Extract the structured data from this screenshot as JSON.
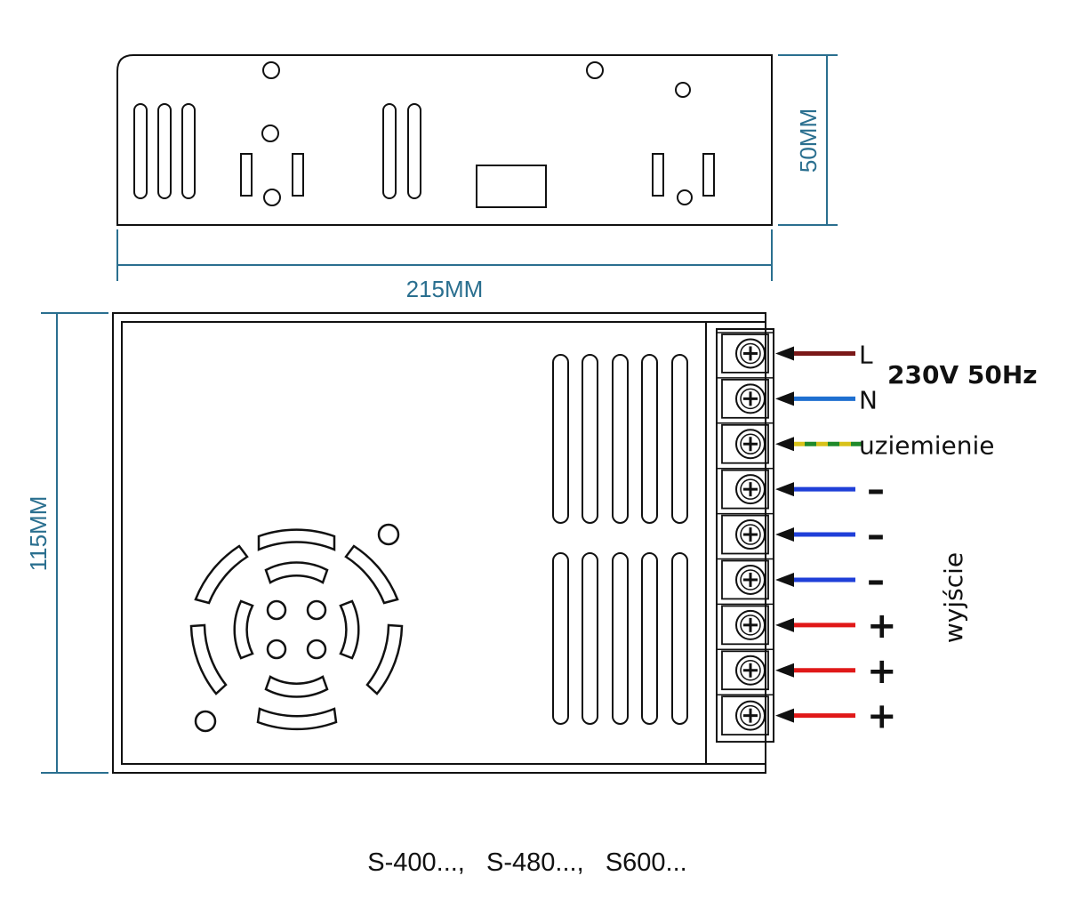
{
  "dimensions": {
    "height_side": "50MM",
    "width": "215MM",
    "depth": "115MM",
    "dimension_color": "#2a6f8f"
  },
  "terminals": [
    {
      "label": "L",
      "wire_color": "#7a1818",
      "wire_pattern": "solid"
    },
    {
      "label": "N",
      "wire_color": "#1f6fd0",
      "wire_pattern": "solid"
    },
    {
      "label": "uziemienie",
      "wire_color": "#d8c21a",
      "wire_color_alt": "#1f8a2a",
      "wire_pattern": "striped"
    },
    {
      "label": "–",
      "wire_color": "#1f3fd8",
      "wire_pattern": "solid"
    },
    {
      "label": "–",
      "wire_color": "#1f3fd8",
      "wire_pattern": "solid"
    },
    {
      "label": "–",
      "wire_color": "#1f3fd8",
      "wire_pattern": "solid"
    },
    {
      "label": "+",
      "wire_color": "#e01818",
      "wire_pattern": "solid"
    },
    {
      "label": "+",
      "wire_color": "#e01818",
      "wire_pattern": "solid"
    },
    {
      "label": "+",
      "wire_color": "#e01818",
      "wire_pattern": "solid"
    }
  ],
  "input_spec": "230V 50Hz",
  "output_label": "wyjście",
  "models": "S-400...,   S-480...,   S600..."
}
